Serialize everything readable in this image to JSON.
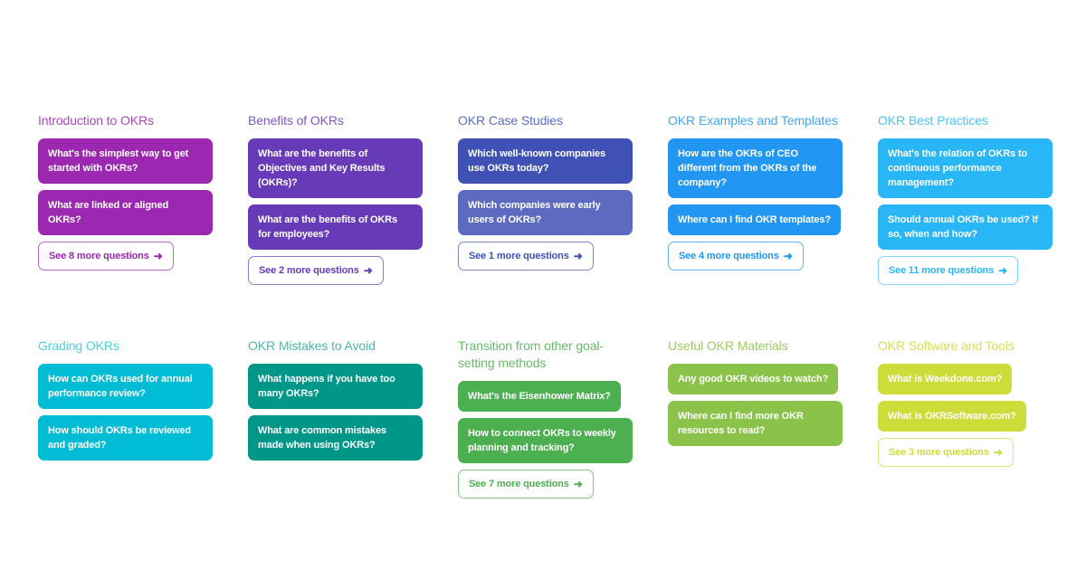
{
  "ui": {
    "arrow": "➜"
  },
  "categories": [
    {
      "title": "Introduction to OKRs",
      "colors": {
        "title": "#ab47bc",
        "card": "#9c27b0",
        "border": "#ba68c8"
      },
      "questions": [
        {
          "text": "What's the simplest way to get started with OKRs?",
          "color": "#9c27b0"
        },
        {
          "text": "What are linked or aligned OKRs?",
          "color": "#9c27b0"
        }
      ],
      "more_label": "See 8 more questions"
    },
    {
      "title": "Benefits of OKRs",
      "colors": {
        "title": "#7e57c2",
        "card": "#673ab7",
        "border": "#9575cd"
      },
      "questions": [
        {
          "text": "What are the benefits of Objectives and Key Results (OKRs)?",
          "color": "#673ab7"
        },
        {
          "text": "What are the benefits of OKRs for employees?",
          "color": "#673ab7"
        }
      ],
      "more_label": "See 2 more questions"
    },
    {
      "title": "OKR Case Studies",
      "colors": {
        "title": "#5c6bc0",
        "card": "#3f51b5",
        "border": "#7986cb"
      },
      "questions": [
        {
          "text": "Which well-known companies use OKRs today?",
          "color": "#3f51b5"
        },
        {
          "text": "Which companies were early users of OKRs?",
          "color": "#5c6bc0"
        }
      ],
      "more_label": "See 1 more questions"
    },
    {
      "title": "OKR Examples and Templates",
      "colors": {
        "title": "#42a5f5",
        "card": "#2196f3",
        "border": "#64b5f6"
      },
      "questions": [
        {
          "text": "How are the OKRs of CEO different from the OKRs of the company?",
          "color": "#2196f3"
        },
        {
          "text": "Where can I find OKR templates?",
          "color": "#2196f3"
        }
      ],
      "more_label": "See 4 more questions"
    },
    {
      "title": "OKR Best Practices",
      "colors": {
        "title": "#4fc3f7",
        "card": "#29b6f6",
        "border": "#81d4fa"
      },
      "questions": [
        {
          "text": "What's the relation of OKRs to continuous performance management?",
          "color": "#29b6f6"
        },
        {
          "text": "Should annual OKRs be used? If so, when and how?",
          "color": "#29b6f6"
        }
      ],
      "more_label": "See 11 more questions"
    },
    {
      "title": "Grading OKRs",
      "colors": {
        "title": "#4dd0e1",
        "card": "#00bcd4",
        "border": "#80deea"
      },
      "questions": [
        {
          "text": "How can OKRs used for annual performance review?",
          "color": "#00bcd4"
        },
        {
          "text": "How should OKRs be reviewed and graded?",
          "color": "#00bcd4"
        }
      ]
    },
    {
      "title": "OKR Mistakes to Avoid",
      "colors": {
        "title": "#4db6ac",
        "card": "#009688",
        "border": "#80cbc4"
      },
      "questions": [
        {
          "text": "What happens if you have too many OKRs?",
          "color": "#009688"
        },
        {
          "text": "What are common mistakes made when using OKRs?",
          "color": "#009688"
        }
      ]
    },
    {
      "title": "Transition from other goal-setting methods",
      "colors": {
        "title": "#66bb6a",
        "card": "#4caf50",
        "border": "#81c784"
      },
      "questions": [
        {
          "text": "What's the Eisenhower Matrix?",
          "color": "#4caf50"
        },
        {
          "text": "How to connect OKRs to weekly planning and tracking?",
          "color": "#4caf50"
        }
      ],
      "more_label": "See 7 more questions"
    },
    {
      "title": "Useful OKR Materials",
      "colors": {
        "title": "#9ccc65",
        "card": "#8bc34a",
        "border": "#aed581"
      },
      "questions": [
        {
          "text": "Any good OKR videos to watch?",
          "color": "#8bc34a"
        },
        {
          "text": "Where can I find more OKR resources to read?",
          "color": "#8bc34a"
        }
      ]
    },
    {
      "title": "OKR Software and Tools",
      "colors": {
        "title": "#d4e157",
        "card": "#cddc39",
        "border": "#dce775"
      },
      "questions": [
        {
          "text": "What is Weekdone.com?",
          "color": "#cddc39"
        },
        {
          "text": "What is OKRSoftware.com?",
          "color": "#cddc39"
        }
      ],
      "more_label": "See 3 more questions"
    }
  ]
}
